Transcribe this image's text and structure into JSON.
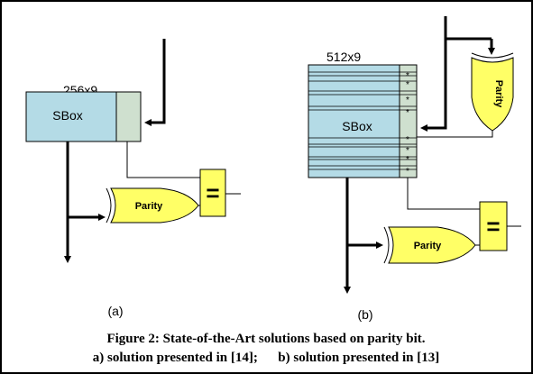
{
  "figure": {
    "panel_a": {
      "size_label": "256x9",
      "sbox_label": "SBox",
      "parity_label": "Parity",
      "eq_label": "=",
      "sublabel": "(a)"
    },
    "panel_b": {
      "size_label": "512x9",
      "sbox_label": "SBox",
      "parity_top_label": "Parity",
      "parity_bottom_label": "Parity",
      "eq_label": "=",
      "sublabel": "(b)",
      "row_marks": [
        "*",
        "*",
        "*",
        "*",
        "*",
        "*",
        "*",
        "*"
      ]
    },
    "caption": {
      "line1": "Figure 2: State-of-the-Art solutions based on parity bit.",
      "line2": "a) solution presented in [14];      b) solution presented in [13]"
    }
  },
  "colors": {
    "sbox_fill": "#b4dbe6",
    "parity_column_fill": "#cfe0cf",
    "gate_fill": "#ffff66",
    "border": "#000000"
  }
}
